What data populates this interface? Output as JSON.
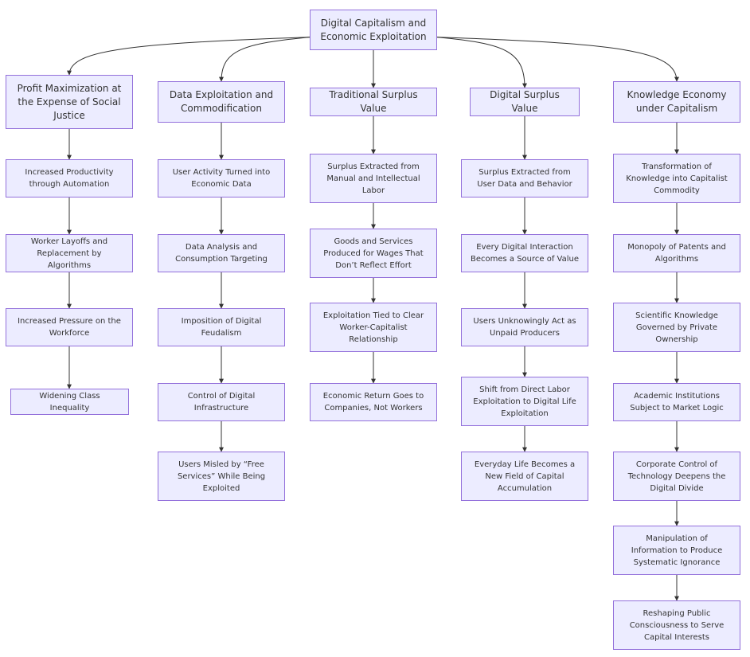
{
  "diagram": {
    "root": {
      "id": "root",
      "label": "Digital Capitalism and Economic Exploitation"
    },
    "columns": [
      {
        "head": {
          "id": "c1h",
          "label": "Profit Maximization at the Expense of Social Justice"
        },
        "items": [
          {
            "id": "c1n1",
            "label": "Increased Productivity through Automation"
          },
          {
            "id": "c1n2",
            "label": "Worker Layoffs and Replacement by Algorithms"
          },
          {
            "id": "c1n3",
            "label": "Increased Pressure on the Workforce"
          },
          {
            "id": "c1n4",
            "label": "Widening Class Inequality"
          }
        ]
      },
      {
        "head": {
          "id": "c2h",
          "label": "Data Exploitation and Commodification"
        },
        "items": [
          {
            "id": "c2n1",
            "label": "User Activity Turned into Economic Data"
          },
          {
            "id": "c2n2",
            "label": "Data Analysis and Consumption Targeting"
          },
          {
            "id": "c2n3",
            "label": "Imposition of Digital Feudalism"
          },
          {
            "id": "c2n4",
            "label": "Control of Digital Infrastructure"
          },
          {
            "id": "c2n5",
            "label": "Users Misled by “Free Services” While Being Exploited"
          }
        ]
      },
      {
        "head": {
          "id": "c3h",
          "label": "Traditional Surplus Value"
        },
        "items": [
          {
            "id": "c3n1",
            "label": "Surplus Extracted from Manual and Intellectual Labor"
          },
          {
            "id": "c3n2",
            "label": "Goods and Services Produced for Wages That Don’t Reflect Effort"
          },
          {
            "id": "c3n3",
            "label": "Exploitation Tied to Clear Worker-Capitalist Relationship"
          },
          {
            "id": "c3n4",
            "label": "Economic Return Goes to Companies, Not Workers"
          }
        ]
      },
      {
        "head": {
          "id": "c4h",
          "label": "Digital Surplus Value"
        },
        "items": [
          {
            "id": "c4n1",
            "label": "Surplus Extracted from User Data and Behavior"
          },
          {
            "id": "c4n2",
            "label": "Every Digital Interaction Becomes a Source of Value"
          },
          {
            "id": "c4n3",
            "label": "Users Unknowingly Act as Unpaid Producers"
          },
          {
            "id": "c4n4",
            "label": "Shift from Direct Labor Exploitation to Digital Life Exploitation"
          },
          {
            "id": "c4n5",
            "label": "Everyday Life Becomes a New Field of Capital Accumulation"
          }
        ]
      },
      {
        "head": {
          "id": "c5h",
          "label": "Knowledge Economy under Capitalism"
        },
        "items": [
          {
            "id": "c5n1",
            "label": "Transformation of Knowledge into Capitalist Commodity"
          },
          {
            "id": "c5n2",
            "label": "Monopoly of Patents and Algorithms"
          },
          {
            "id": "c5n3",
            "label": "Scientific Knowledge Governed by Private Ownership"
          },
          {
            "id": "c5n4",
            "label": "Academic Institutions Subject to Market Logic"
          },
          {
            "id": "c5n5",
            "label": "Corporate Control of Technology Deepens the Digital Divide"
          },
          {
            "id": "c5n6",
            "label": "Manipulation of Information to Produce Systematic Ignorance"
          },
          {
            "id": "c5n7",
            "label": "Reshaping Public Consciousness to Serve Capital Interests"
          }
        ]
      }
    ],
    "colors": {
      "node_fill": "#ececff",
      "node_border": "#9370db",
      "edge": "#333333",
      "text": "#333333"
    }
  }
}
